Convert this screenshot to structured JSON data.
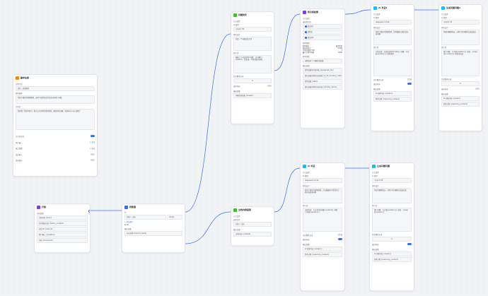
{
  "nodes": {
    "basic": {
      "title": "基本信息",
      "intro_label": "应用介绍",
      "intro_value": "您好，欢迎使用",
      "role_label": "角色描述",
      "role_value": "您是小团队的智能助理，使用下面所给出的信息回答用户问题。",
      "opening_label": "开场白",
      "opening_value": "你好呀！我是AI助手，我可以为你提供资料检索，解答你的问题，请问有什么可以帮你？",
      "opening_tail": "...",
      "rows": [
        {
          "label": "文字转语音",
          "value": "",
          "toggle": true
        },
        {
          "label": "用户输入",
          "value": "+ 添加",
          "toggle": false
        },
        {
          "label": "接口参数",
          "value": "+ 添加",
          "toggle": false
        },
        {
          "label": "语音输入",
          "value": "",
          "toggle": false
        },
        {
          "label": "追问建议",
          "value": "",
          "toggle": false
        }
      ]
    },
    "start": {
      "title": "开始",
      "sub": "全局变量",
      "vars": [
        "当前时间 {time}",
        "历史聊天记录 {history_context}",
        "对话 ID {chat_id}",
        "用户输入 {question}",
        "文档 {document}"
      ]
    },
    "judge": {
      "title": "判断器",
      "if_label": "IF",
      "cond_left": "开始 > 文档",
      "cond_op": "不为空",
      "add_label": "+ 添加条件",
      "else_label": "ELSE",
      "out_label": "输出变量",
      "out_value": "分支名称 {branch_name}"
    },
    "rewrite": {
      "title": "问题优化",
      "sec1": "节点设置",
      "model_label": "AI 模型",
      "model_value": "千问2.5 7B",
      "role_label": "角色设定",
      "role_value": "你是一个问题优化大师",
      "prompt_label": "提示词",
      "prompt_value": "根据上下文优化用户问题：{{问题}} question，优化成一个更完整的问题。",
      "hist_label": "历史聊天记录",
      "hist_value": "0",
      "return_label": "返回内容",
      "out_label": "输出变量",
      "out_value": "问题优化结果 {answer}"
    },
    "retrieve": {
      "title": "知识库检索",
      "sec1": "节点设置",
      "kb_label": "选择知识库",
      "kbs": [
        "知识库1",
        "资料库",
        "知识库2"
      ],
      "param_label": "检索参数",
      "params": [
        [
          "检索模式",
          "混合检索"
        ],
        [
          "相似度高于",
          "0.500"
        ],
        [
          "引用分段数 TOP",
          "3"
        ],
        [
          "最大引用字符数",
          "3000"
        ]
      ],
      "q_label": "检索问题",
      "q_value": "问题优化 > 问题优化结果",
      "out_label": "输出变量",
      "outs": [
        "检索结果的分段列表 {paragraph_list}",
        "满足直接回答的分段列表 {is_hit_handling_method_list}",
        "检索结果 {data}",
        "满足直接回答的分段内容 {directly_return}"
      ]
    },
    "ai1": {
      "title": "AI 对话1",
      "sec1": "节点设置",
      "model_label": "AI 模型",
      "model_value": "deepseek-r1:14b",
      "role_label": "角色设定",
      "role_value": "你是小团队的智能助理，请你根据已知信息回答问题",
      "prompt_label": "提示词",
      "prompt_value": "已知信息：{{知识库检索.data}} 问题：{{开始.question}} 回答要求",
      "hist_label": "历史聊天记录",
      "hist_value": "工作流",
      "return_label": "返回内容",
      "out_label": "输出变量",
      "outs": [
        "AI 回答内容 {answer}",
        "思考过程 {reasoning_content}"
      ]
    },
    "gen1": {
      "title": "生成问题问题1",
      "sec1": "节点设置",
      "model_label": "AI 模型",
      "model_value": "千问2.5 7B",
      "role_label": "角色设定",
      "role_value": "你帮问题解答员，对用户的问题提出改进意见",
      "prompt_label": "提示词",
      "prompt_value": "用户问题：{{开始.question}} 回答：{{AI对话1.answer}} 请给出改进",
      "hist_label": "历史聊天记录",
      "hist_value": "0",
      "return_label": "返回内容",
      "out_label": "输出变量",
      "outs": [
        "AI 回答内容 {answer}",
        "思考过程 {reasoning_content}"
      ]
    },
    "docext": {
      "title": "文档内容提取",
      "sec1": "节点设置",
      "file_label": "选择文件",
      "file_value": "开始 > 文档",
      "out_label": "输出变量",
      "out_value": "文档内容 {content}"
    },
    "ai2": {
      "title": "AI 对话",
      "sec1": "节点设置",
      "model_label": "AI 模型",
      "model_value": "deepseek-r1:14b",
      "role_label": "角色设定",
      "role_value": "你是小团队的智能助理，可以根据用户提供的文档内容回答问题",
      "prompt_label": "提示词",
      "prompt_value": "已知信息：{{文档内容提取.content}} 问题：{{开始.question}}",
      "hist_label": "历史聊天记录",
      "hist_value": "工作流",
      "return_label": "返回内容",
      "out_label": "输出变量",
      "outs": [
        "AI 回答内容 {answer}",
        "思考过程 {reasoning_content}"
      ]
    },
    "gen2": {
      "title": "生成问题问题",
      "sec1": "节点设置",
      "model_label": "AI 模型",
      "model_value": "千问2.5 7B",
      "role_label": "角色设定",
      "role_value": "你是问题解答员，对用户的问题提出改进意见",
      "prompt_label": "提示词",
      "prompt_value": "用户问题：{{开始.question}} 回答：{{AI对话.answer}}",
      "hist_label": "历史聊天记录",
      "hist_value": "0",
      "return_label": "返回内容",
      "out_label": "输出变量",
      "outs": [
        "AI 回答内容 {answer}",
        "思考过程 {reasoning_content}"
      ]
    }
  },
  "colors": {
    "accent": "#3370ff",
    "basic": "#ff8800",
    "start": "#7f3bf5",
    "judge": "#3370ff",
    "llm": "#14c0ff",
    "green": "#34c724",
    "kb": "#7f3bf5"
  }
}
